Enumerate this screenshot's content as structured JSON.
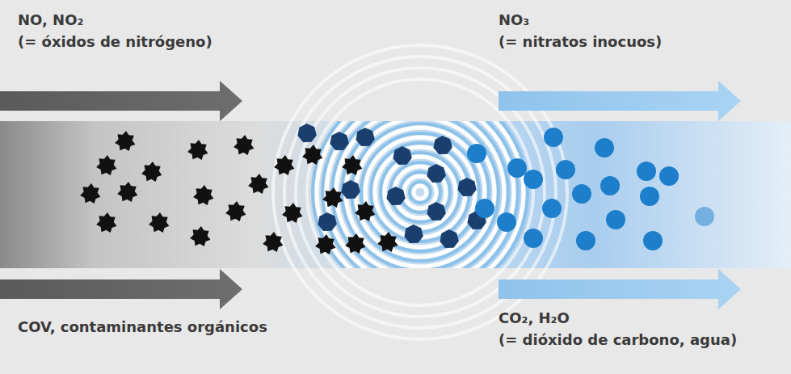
{
  "diagram": {
    "labels": [
      "NO, NO₂",
      "(= óxidos de nitrógeno)",
      "NO₃",
      "(= nitratos inocuos)",
      "COV, contaminantes orgánicos",
      "CO₂, H₂O",
      "(= dióxido de carbono, agua)"
    ]
  }
}
